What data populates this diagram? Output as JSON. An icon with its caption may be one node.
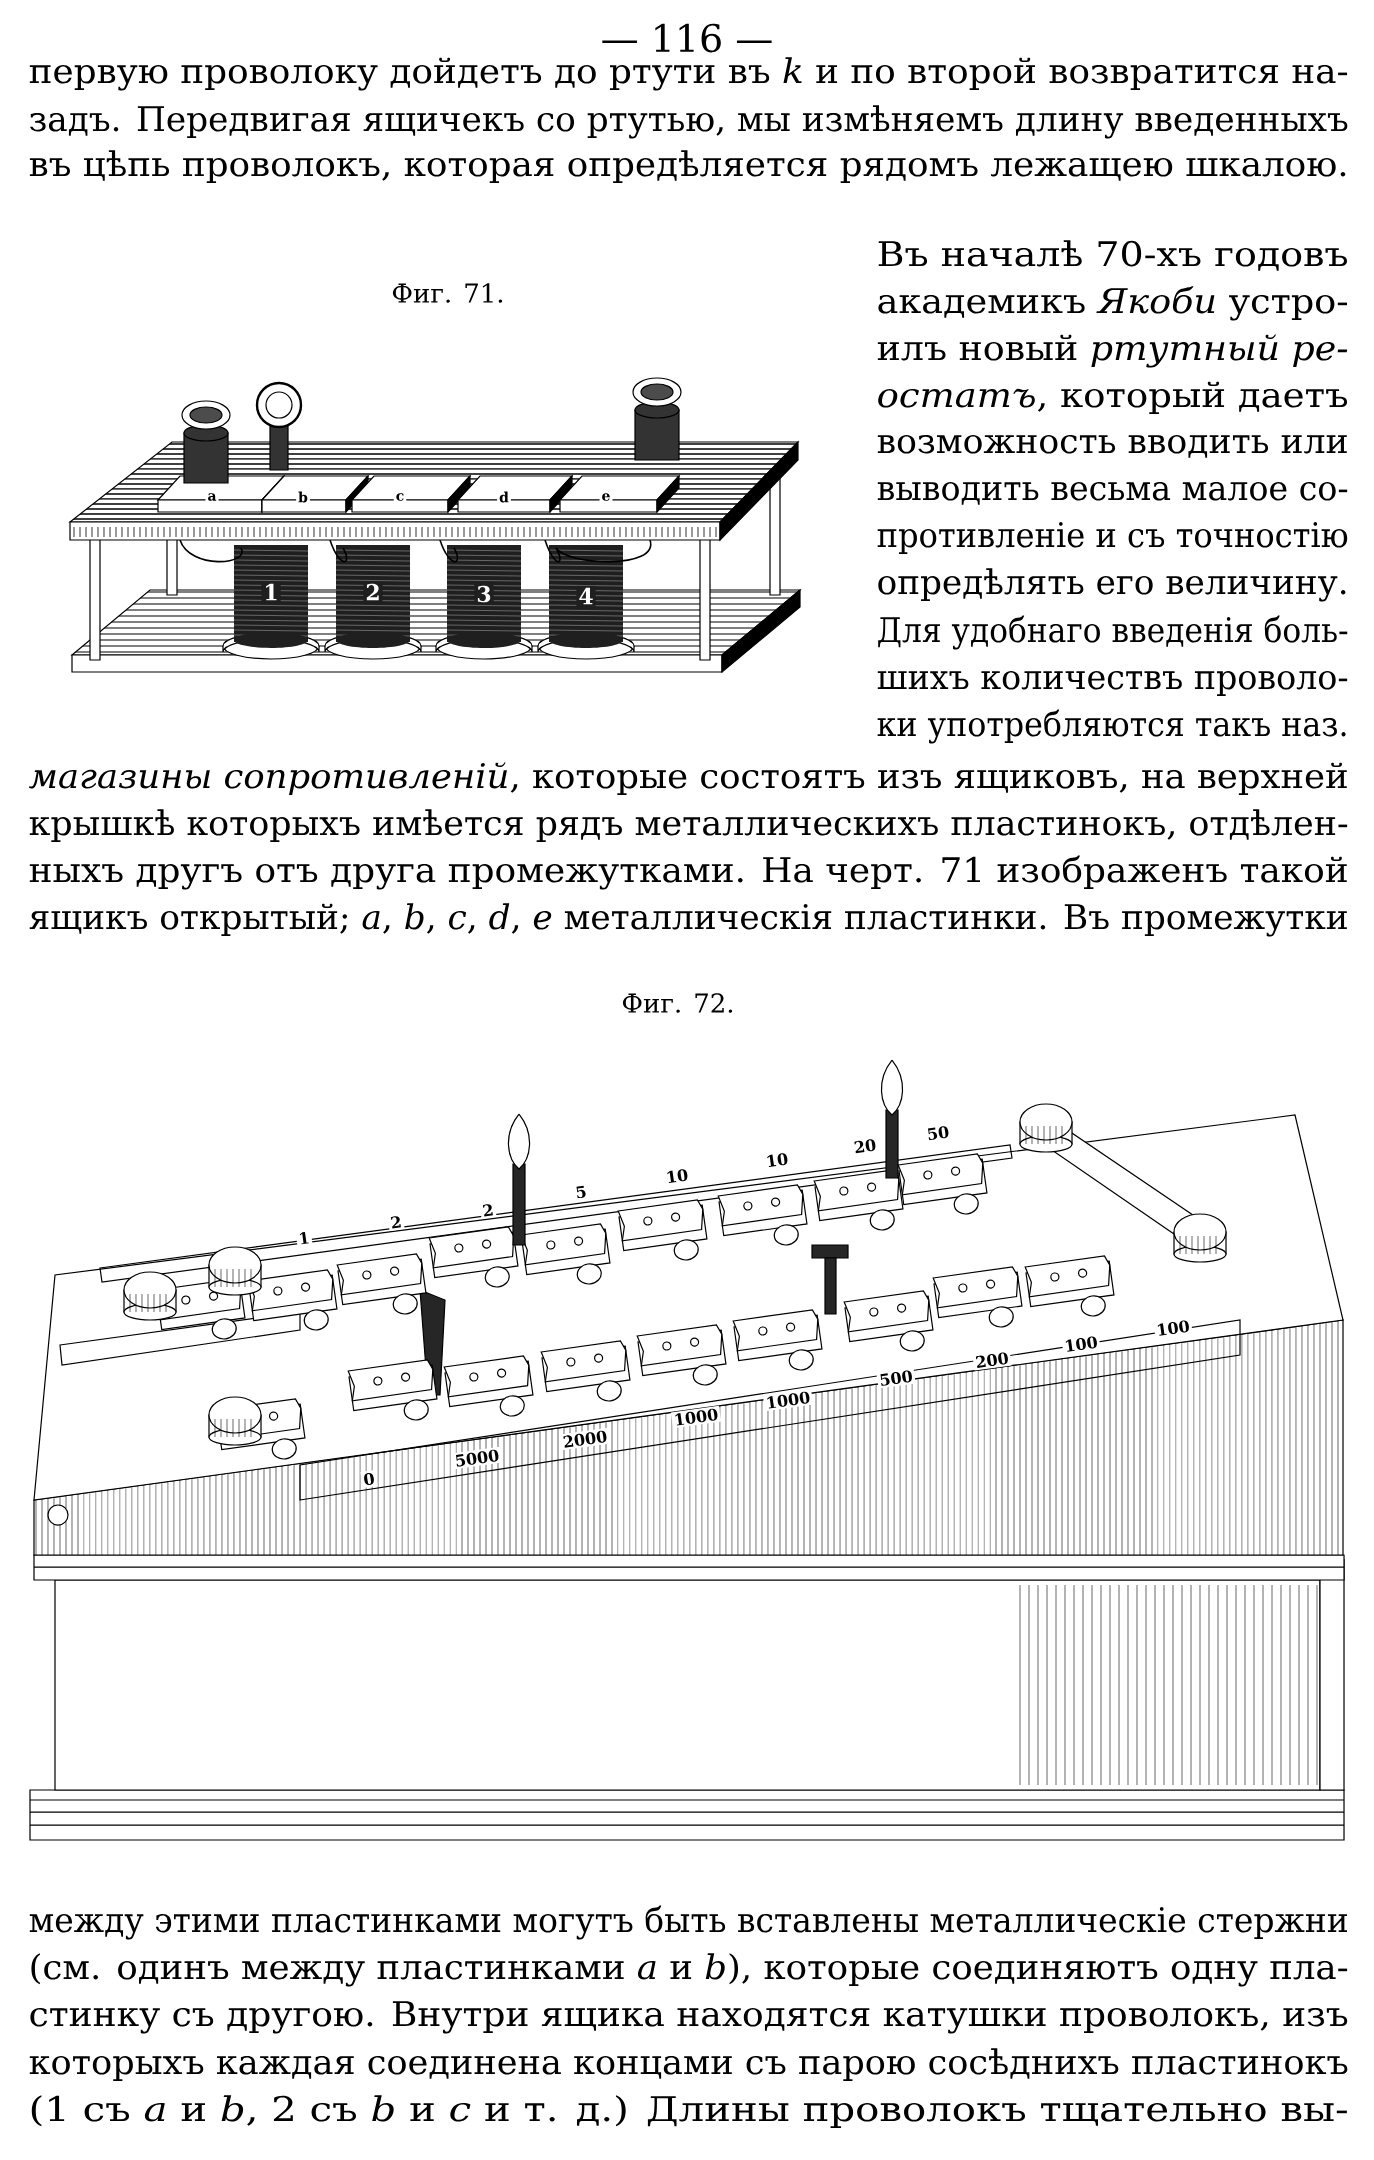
{
  "diagram": {
    "labels": [
      "— 116 —",
      "первую проволоку дойдетъ до ртути въ *k* и по второй возвратится на-",
      "задъ. Передвигая ящичекъ со ртутью, мы измѣняемъ длину введенныхъ",
      "въ цѣпь проволокъ, которая опредѣляется рядомъ лежащею шкалою.",
      "Фиг. 71.",
      "Въ началѣ 70-хъ годовъ",
      "академикъ *Якоби* устро-",
      "илъ новый *ртутный ре-*",
      "*остатъ*, который даетъ",
      "возможность вводить или",
      "выводить весьма малое со-",
      "противленіе и съ точностію",
      "опредѣлять его величину.",
      "Для удобнаго введенія боль-",
      "шихъ количествъ проволо-",
      "ки употребляются такъ наз.",
      "a",
      "b",
      "c",
      "d",
      "e",
      "1",
      "2",
      "3",
      "4",
      "*магазины сопротивленій*, которые состоятъ изъ ящиковъ, на верхней",
      "крышкѣ которыхъ имѣется рядъ металлическихъ пластинокъ, отдѣлен-",
      "ныхъ другъ отъ друга промежутками. На черт. 71 изображенъ такой",
      "ящикъ открытый; *a*, *b*, *c*, *d*, *e* металлическія пластинки. Въ промежутки",
      "Фиг. 72.",
      "1",
      "2",
      "2",
      "5",
      "10",
      "10",
      "20",
      "50",
      "0",
      "5000",
      "2000",
      "1000",
      "1000",
      "500",
      "200",
      "100",
      "100",
      "между этими пластинками могутъ быть вставлены металлическіе стержни",
      "(см. одинъ между пластинками *a* и *b*), которые соединяютъ одну пла-",
      "стинку съ другою. Внутри ящика находятся катушки проволокъ, изъ",
      "которыхъ каждая соединена концами съ парою сосѣднихъ пластинокъ",
      "(1 съ *a* и *b*, 2 съ *b* и *c* и т. д.) Длины проволокъ тщательно вы-"
    ]
  }
}
